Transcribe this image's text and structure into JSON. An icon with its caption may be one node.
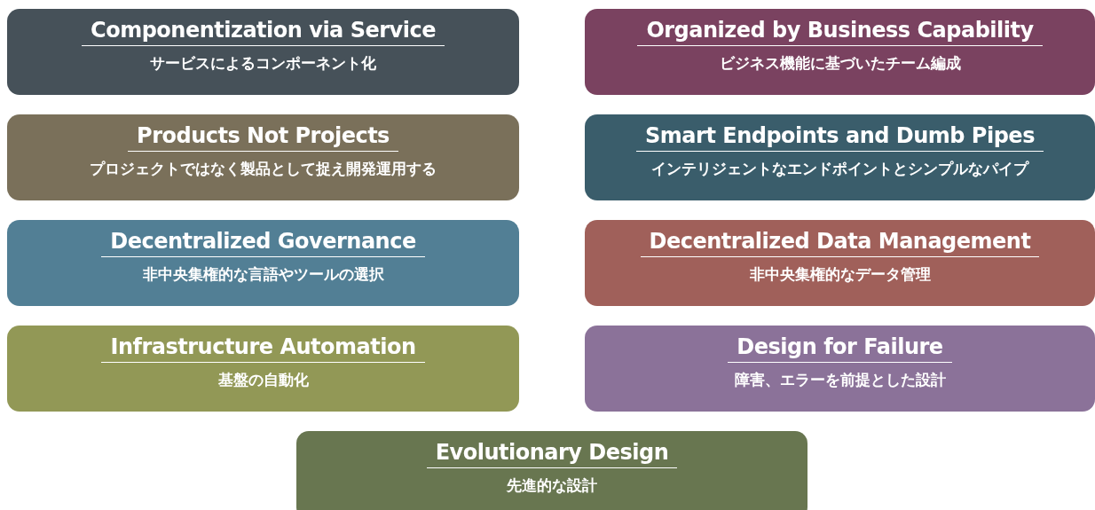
{
  "diagram": {
    "nodes": [
      {
        "text": [
          "Componentization via Service",
          "サービスによるコンポーネント化"
        ]
      },
      {
        "text": [
          "Organized by Business Capability",
          "ビジネス機能に基づいたチーム編成"
        ]
      },
      {
        "text": [
          "Products Not Projects",
          "プロジェクトではなく製品として捉え開発運用する"
        ]
      },
      {
        "text": [
          "Smart Endpoints and Dumb Pipes",
          "インテリジェントなエンドポイントとシンプルなパイプ"
        ]
      },
      {
        "text": [
          "Decentralized Governance",
          "非中央集権的な言語やツールの選択"
        ]
      },
      {
        "text": [
          "Decentralized Data Management",
          "非中央集権的なデータ管理"
        ]
      },
      {
        "text": [
          "Infrastructure Automation",
          "基盤の自動化"
        ]
      },
      {
        "text": [
          "Design for Failure",
          "障害、エラーを前提とした設計"
        ]
      },
      {
        "text": [
          "Evolutionary Design",
          "先進的な設計"
        ]
      }
    ],
    "edges": []
  }
}
